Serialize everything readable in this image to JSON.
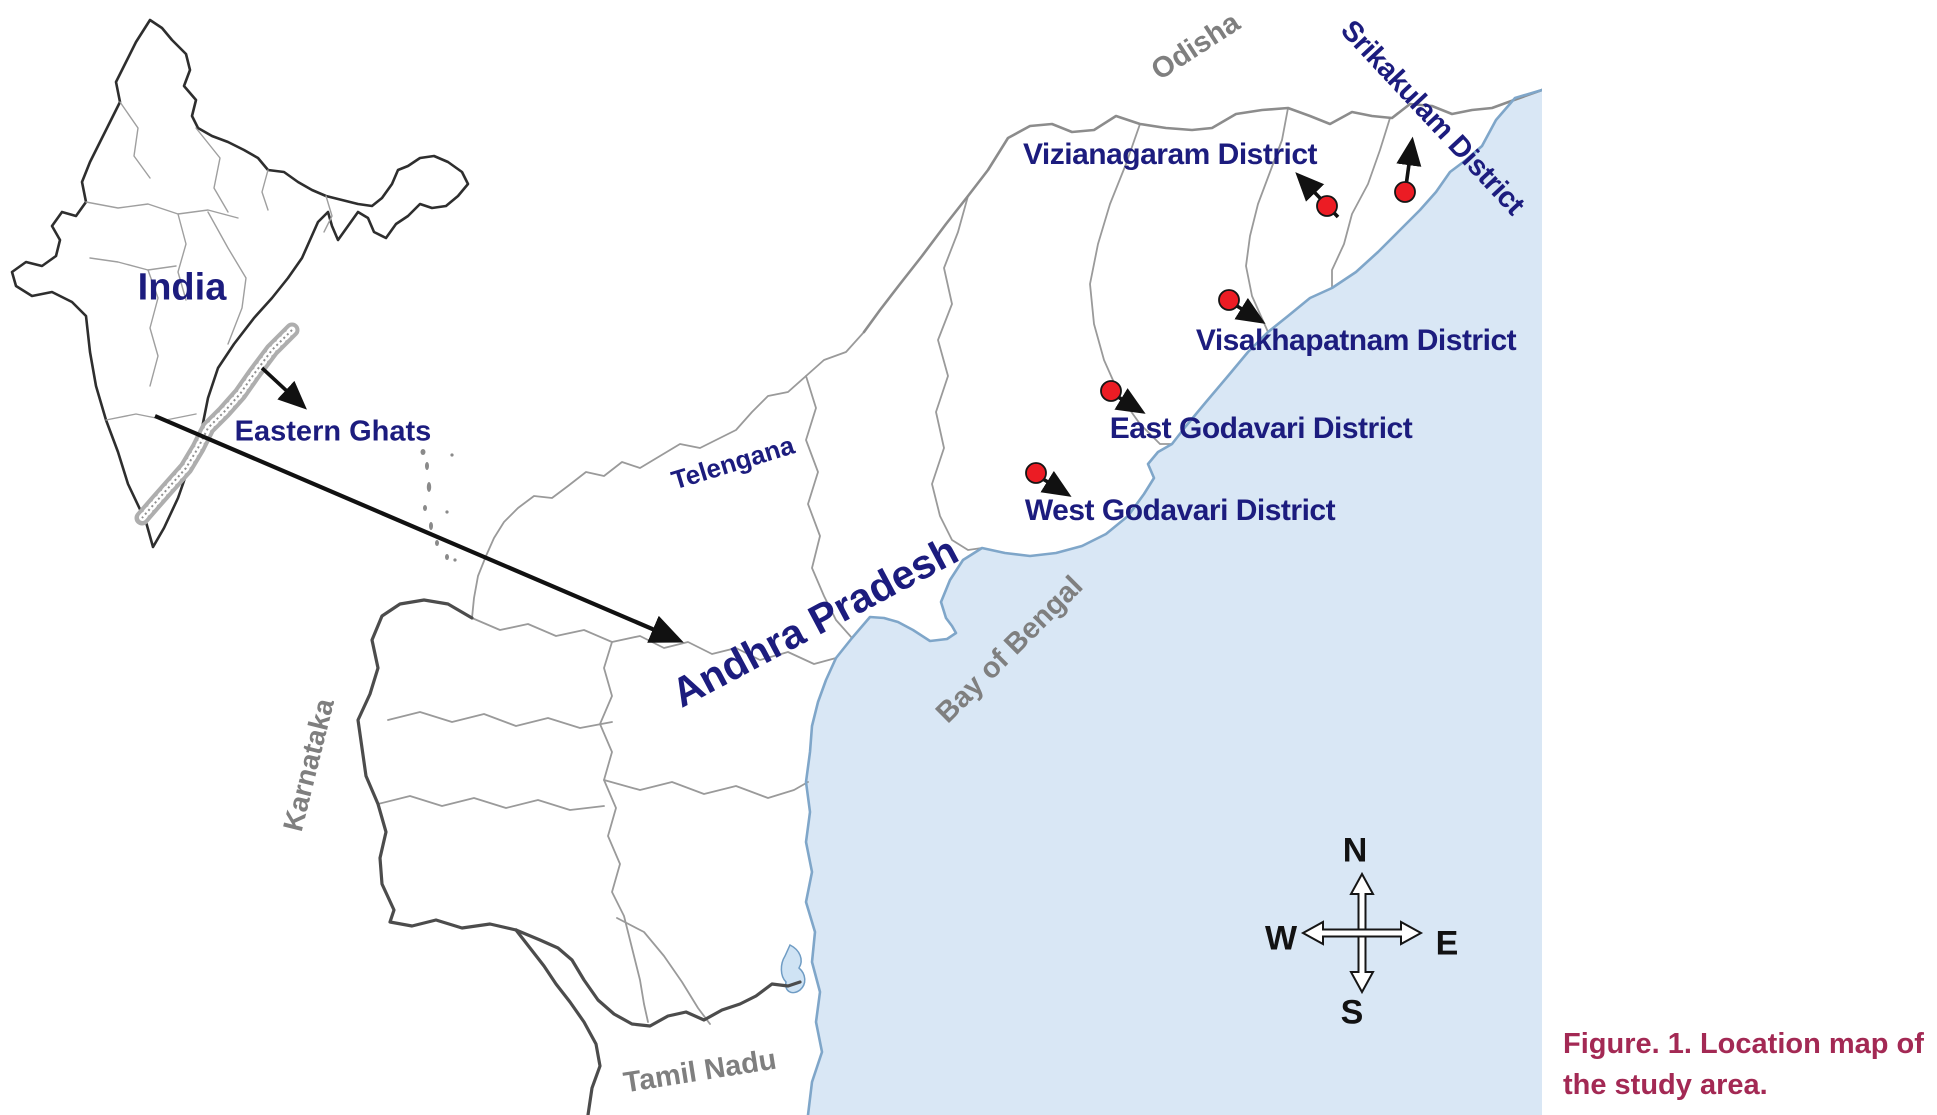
{
  "caption": {
    "line1": "Figure. 1. Location map of",
    "line2": "the study area."
  },
  "inset": {
    "country": "India",
    "feature": "Eastern Ghats"
  },
  "map": {
    "regions": {
      "odisha": "Odisha",
      "telangana": "Telengana",
      "andhra_pradesh": "Andhra Pradesh",
      "karnataka": "Karnataka",
      "tamil_nadu": "Tamil Nadu",
      "bay_of_bengal": "Bay of Bengal"
    },
    "districts": {
      "srikakulam": "Srikakulam District",
      "vizianagaram": "Vizianagaram District",
      "visakhapatnam": "Visakhapatnam District",
      "east_godavari": "East Godavari District",
      "west_godavari": "West Godavari District"
    },
    "study_sites": {
      "count": 5,
      "districts": [
        "Srikakulam District",
        "Vizianagaram District",
        "Visakhapatnam District",
        "East Godavari District",
        "West Godavari District"
      ]
    }
  },
  "compass": {
    "north": "N",
    "south": "S",
    "east": "E",
    "west": "W"
  },
  "colors": {
    "label_navy": "#1c1c7e",
    "label_gray": "#7f7f7f",
    "sea": "#d9e7f5",
    "coastline": "#7fa6c9",
    "marker_red": "#ec1c24",
    "caption_maroon": "#a32954",
    "state_border_dark": "#4c4c4c",
    "district_border_gray": "#9a9a9a"
  }
}
